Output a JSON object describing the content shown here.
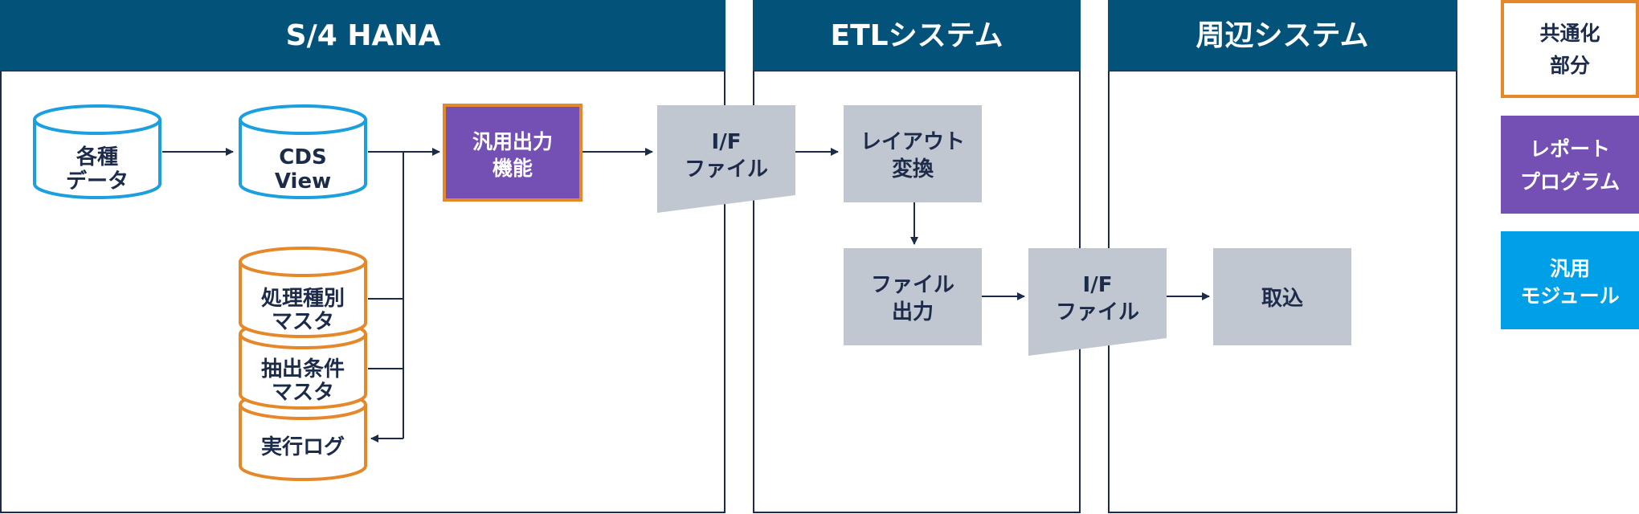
{
  "sections": {
    "s4hana": "S/4 HANA",
    "etl": "ETLシステム",
    "peripheral": "周辺システム"
  },
  "nodes": {
    "various_data": [
      "各種",
      "データ"
    ],
    "cds_view": [
      "CDS",
      "View"
    ],
    "generic_output": [
      "汎用出力",
      "機能"
    ],
    "process_master": [
      "処理種別",
      "マスタ"
    ],
    "extract_master": [
      "抽出条件",
      "マスタ"
    ],
    "exec_log": [
      "実行ログ"
    ],
    "if_file_1": [
      "I/F",
      "ファイル"
    ],
    "layout_convert": [
      "レイアウト",
      "変換"
    ],
    "file_output": [
      "ファイル",
      "出力"
    ],
    "if_file_2": [
      "I/F",
      "ファイル"
    ],
    "import": [
      "取込"
    ]
  },
  "legend": {
    "common": [
      "共通化",
      "部分"
    ],
    "report": [
      "レポート",
      "プログラム"
    ],
    "module": [
      "汎用",
      "モジュール"
    ]
  },
  "colors": {
    "header": "#03527a",
    "text": "#1c2b4a",
    "db_blue": "#1b9fdf",
    "db_orange": "#e5882a",
    "purple": "#7450b4",
    "gray": "#c0c7d1",
    "module_blue": "#00a0e9"
  }
}
